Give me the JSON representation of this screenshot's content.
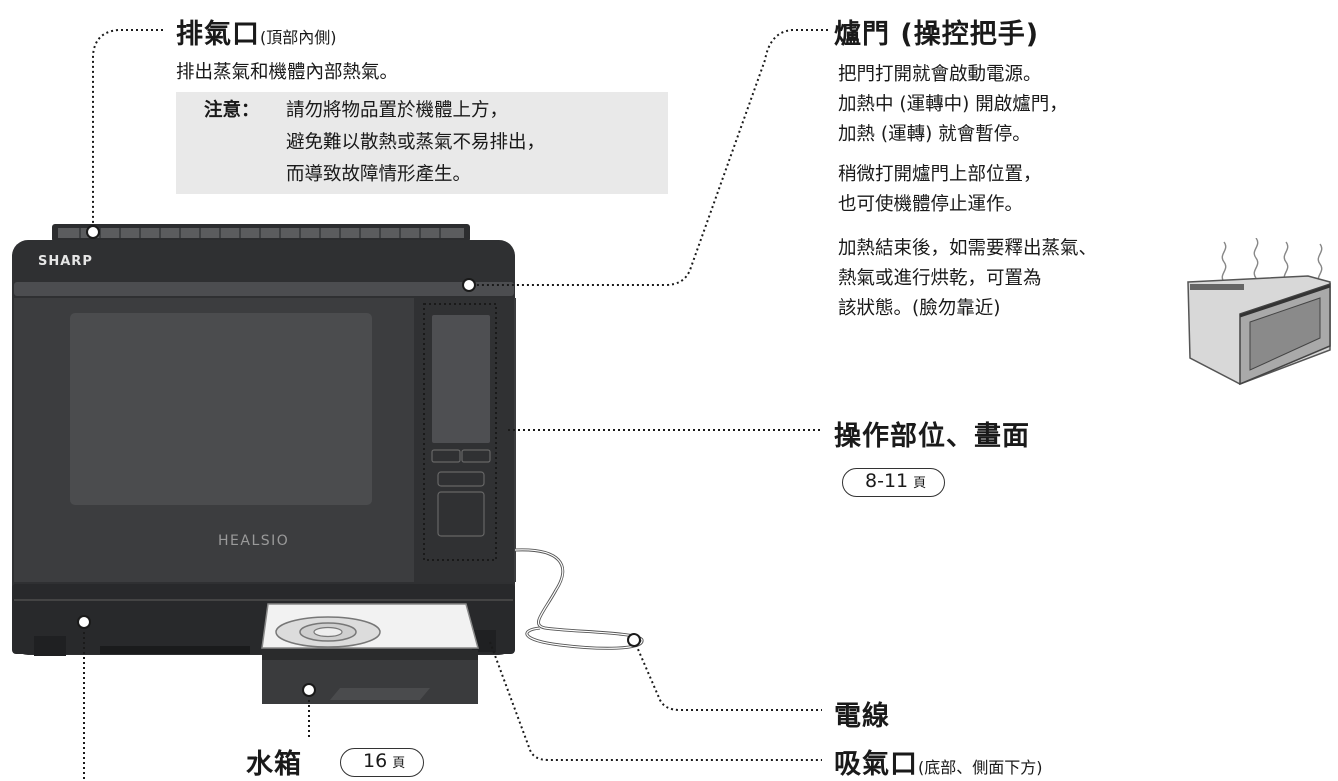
{
  "exhaust": {
    "title": "排氣口",
    "subtitle": "(頂部內側)",
    "desc": "排出蒸氣和機體內部熱氣。",
    "note_label": "注意：",
    "note_lines": [
      "請勿將物品置於機體上方，",
      "避免難以散熱或蒸氣不易排出，",
      "而導致故障情形產生。"
    ]
  },
  "door": {
    "title": "爐門 (操控把手)",
    "lines_a": [
      "把門打開就會啟動電源。",
      "加熱中 (運轉中) 開啟爐門，",
      "加熱 (運轉) 就會暫停。"
    ],
    "lines_b": [
      "稍微打開爐門上部位置，",
      "也可使機體停止運作。"
    ],
    "lines_c": [
      "加熱結束後，如需要釋出蒸氣、",
      "熱氣或進行烘乾，可置為",
      "該狀態。(臉勿靠近)"
    ]
  },
  "panel": {
    "title": "操作部位、畫面",
    "page_ref": "8-11",
    "page_unit": "頁"
  },
  "cord": {
    "title": "電線"
  },
  "intake": {
    "title": "吸氣口",
    "subtitle": "(底部、側面下方)"
  },
  "tank": {
    "title": "水箱",
    "page_ref": "16",
    "page_unit": "頁"
  },
  "oven": {
    "brand": "SHARP",
    "model": "HEALSIO"
  },
  "colors": {
    "body": "#3a3b3d",
    "body_dark": "#222325",
    "window": "#4a4b4d",
    "note_bg": "#e9e9e9",
    "leader": "#1a1a1a"
  }
}
